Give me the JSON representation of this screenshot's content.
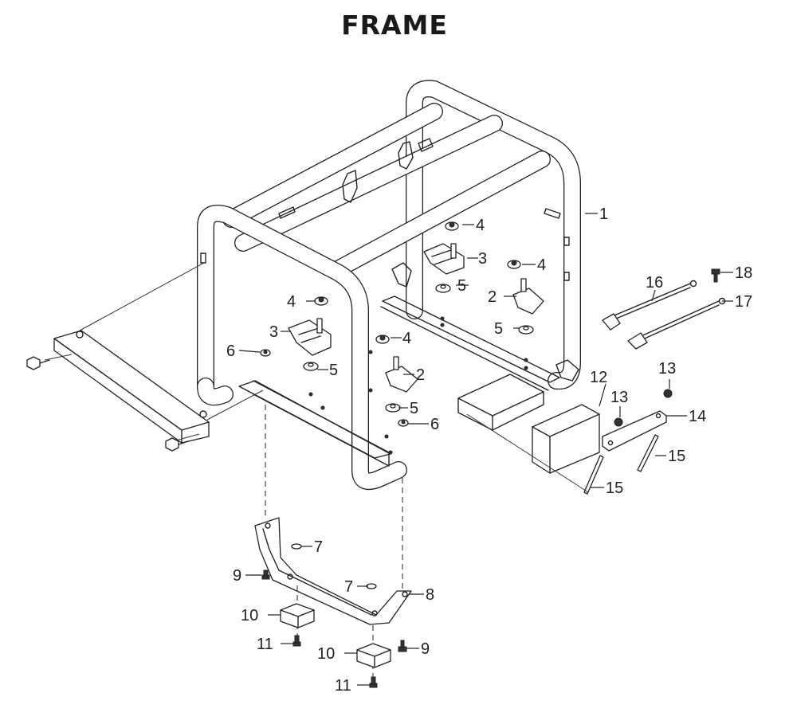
{
  "title": "FRAME",
  "callouts": [
    {
      "id": "c1",
      "text": "1"
    },
    {
      "id": "c2a",
      "text": "2"
    },
    {
      "id": "c2b",
      "text": "2"
    },
    {
      "id": "c3a",
      "text": "3"
    },
    {
      "id": "c3b",
      "text": "3"
    },
    {
      "id": "c4a",
      "text": "4"
    },
    {
      "id": "c4b",
      "text": "4"
    },
    {
      "id": "c4c",
      "text": "4"
    },
    {
      "id": "c4d",
      "text": "4"
    },
    {
      "id": "c5a",
      "text": "5"
    },
    {
      "id": "c5b",
      "text": "5"
    },
    {
      "id": "c5c",
      "text": "5"
    },
    {
      "id": "c5d",
      "text": "5"
    },
    {
      "id": "c6a",
      "text": "6"
    },
    {
      "id": "c6b",
      "text": "6"
    },
    {
      "id": "c7a",
      "text": "7"
    },
    {
      "id": "c7b",
      "text": "7"
    },
    {
      "id": "c8",
      "text": "8"
    },
    {
      "id": "c9a",
      "text": "9"
    },
    {
      "id": "c9b",
      "text": "9"
    },
    {
      "id": "c10a",
      "text": "10"
    },
    {
      "id": "c10b",
      "text": "10"
    },
    {
      "id": "c11a",
      "text": "11"
    },
    {
      "id": "c11b",
      "text": "11"
    },
    {
      "id": "c12",
      "text": "12"
    },
    {
      "id": "c13a",
      "text": "13"
    },
    {
      "id": "c13b",
      "text": "13"
    },
    {
      "id": "c14",
      "text": "14"
    },
    {
      "id": "c15a",
      "text": "15"
    },
    {
      "id": "c15b",
      "text": "15"
    },
    {
      "id": "c16",
      "text": "16"
    },
    {
      "id": "c17",
      "text": "17"
    },
    {
      "id": "c18",
      "text": "18"
    }
  ]
}
